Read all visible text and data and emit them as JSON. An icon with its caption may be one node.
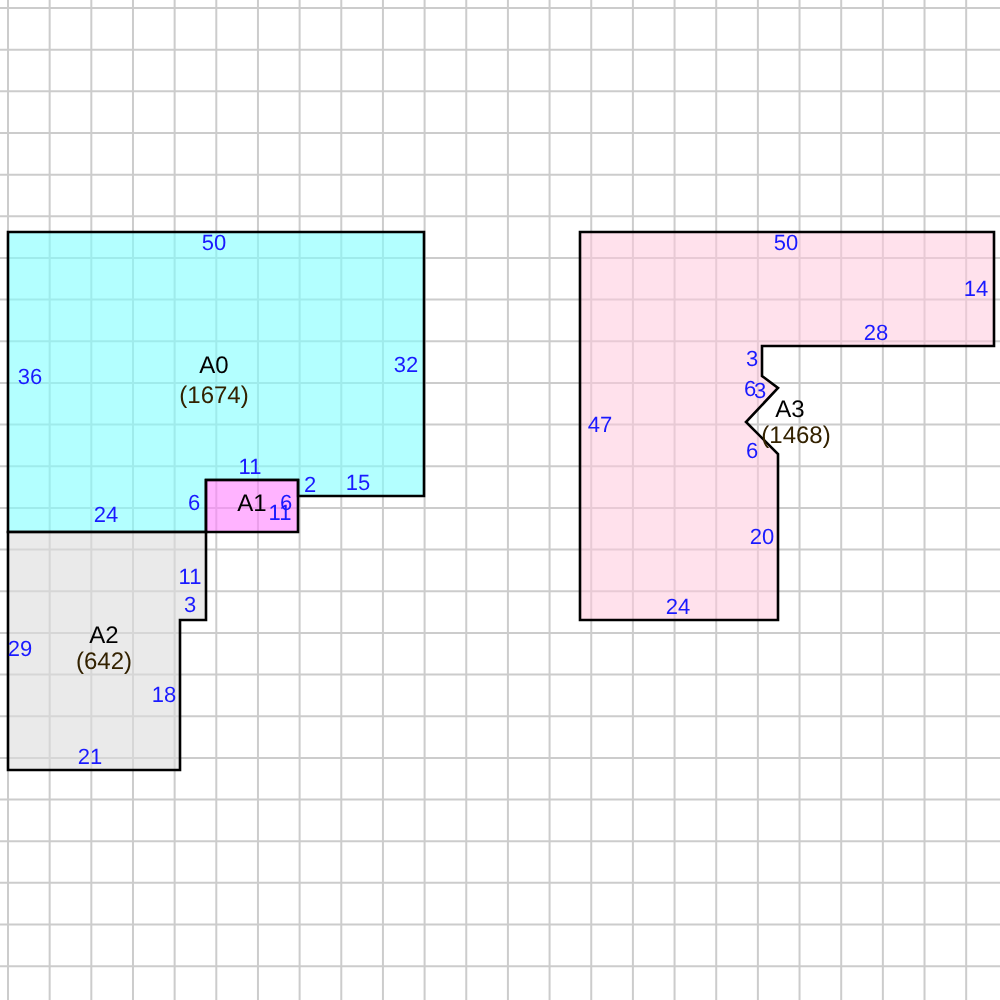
{
  "diagram": {
    "nodes": [
      {
        "text": [
          "A0",
          "(1674)"
        ]
      },
      {
        "text": [
          "A1"
        ]
      },
      {
        "text": [
          "A2",
          "(642)"
        ]
      },
      {
        "text": [
          "A3",
          "(1468)"
        ]
      }
    ],
    "labels": [
      "50",
      "36",
      "32",
      "11",
      "2",
      "15",
      "6",
      "24",
      "6",
      "11",
      "11",
      "3",
      "29",
      "18",
      "21",
      "50",
      "14",
      "28",
      "3",
      "6",
      "3",
      "47",
      "6",
      "20",
      "24"
    ]
  }
}
